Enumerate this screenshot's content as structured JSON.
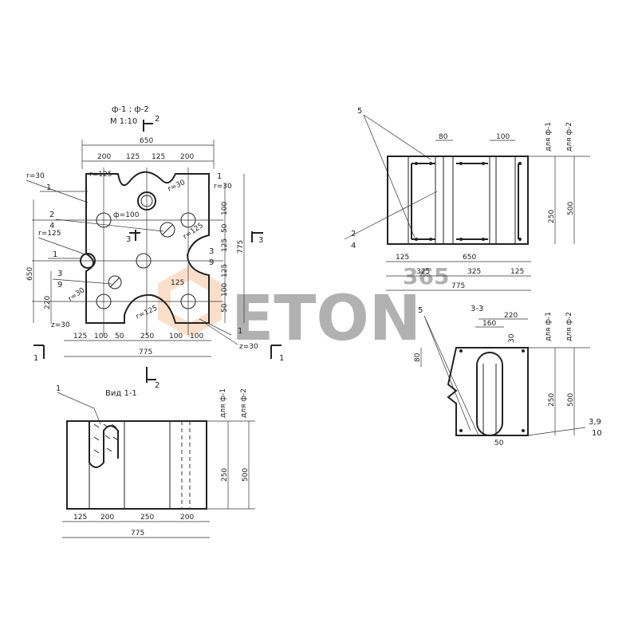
{
  "title": {
    "variants": "ф-1 ; ф-2",
    "scale": "М 1:10",
    "section_top": "2",
    "section_bottom": "2",
    "view": "Вид 1-1",
    "section33": "3-3"
  },
  "plan": {
    "dims_top": [
      "200",
      "125",
      "125",
      "200"
    ],
    "overall_top": "650",
    "r30_tl": "r=30",
    "r125_a": "r=125",
    "r30_b": "r=30",
    "r30_tr": "r=30",
    "hole": "ф=100",
    "r125_left": "r=125",
    "r125_right": "r=125",
    "r30_left": "r=30",
    "r30_bl": "z=30",
    "r125_bot": "r=125",
    "r30_br": "z=30",
    "dim_125_mid": "125",
    "right_dims": [
      "100",
      "50",
      "125",
      "125",
      "100",
      "50"
    ],
    "right_overall": "775",
    "left_overall": "650",
    "left_220": "220",
    "bottom_dims": [
      "125",
      "100",
      "50",
      "250",
      "100",
      "100"
    ],
    "bottom_overall": "775",
    "sec1_left": "1",
    "sec1_right": "1",
    "sec3_top": "3",
    "sec3_right": "3",
    "call_1_top": "1",
    "call_1_right": "1",
    "call_1_left": "1",
    "call_1_bot": "1",
    "call_24": "2",
    "call_24b": "4",
    "call_39": "3",
    "call_39b": "9",
    "call_39_right": "3",
    "call_39_rightb": "9"
  },
  "view11": {
    "callout": "1",
    "dims": [
      "125",
      "200",
      "250",
      "200"
    ],
    "overall": "775",
    "h_250": "250",
    "h_500": "500",
    "lvl_f1": "для ф-1",
    "lvl_f2": "для ф-2"
  },
  "view22": {
    "callout_5": "5",
    "dim_80": "80",
    "dim_100": "100",
    "h_250": "250",
    "h_500": "500",
    "lvl_f1": "для ф-1",
    "lvl_f2": "для ф-2",
    "callout_2": "2",
    "callout_4": "4",
    "dims_row1": [
      "125",
      "650"
    ],
    "dims_row2": [
      "325",
      "325",
      "125"
    ],
    "overall": "775"
  },
  "view33": {
    "dim_220": "220",
    "callout_5": "5",
    "dim_160": "160",
    "dim_30": "30",
    "dim_80": "80",
    "h_250": "250",
    "h_500": "500",
    "lvl_f1": "для ф-1",
    "lvl_f2": "для ф-2",
    "callout_39": "3,9",
    "callout_10": "10",
    "dim_50": "50"
  },
  "watermark": {
    "text": "ETON",
    "subtext": "365",
    "color": "#f3a36a"
  }
}
